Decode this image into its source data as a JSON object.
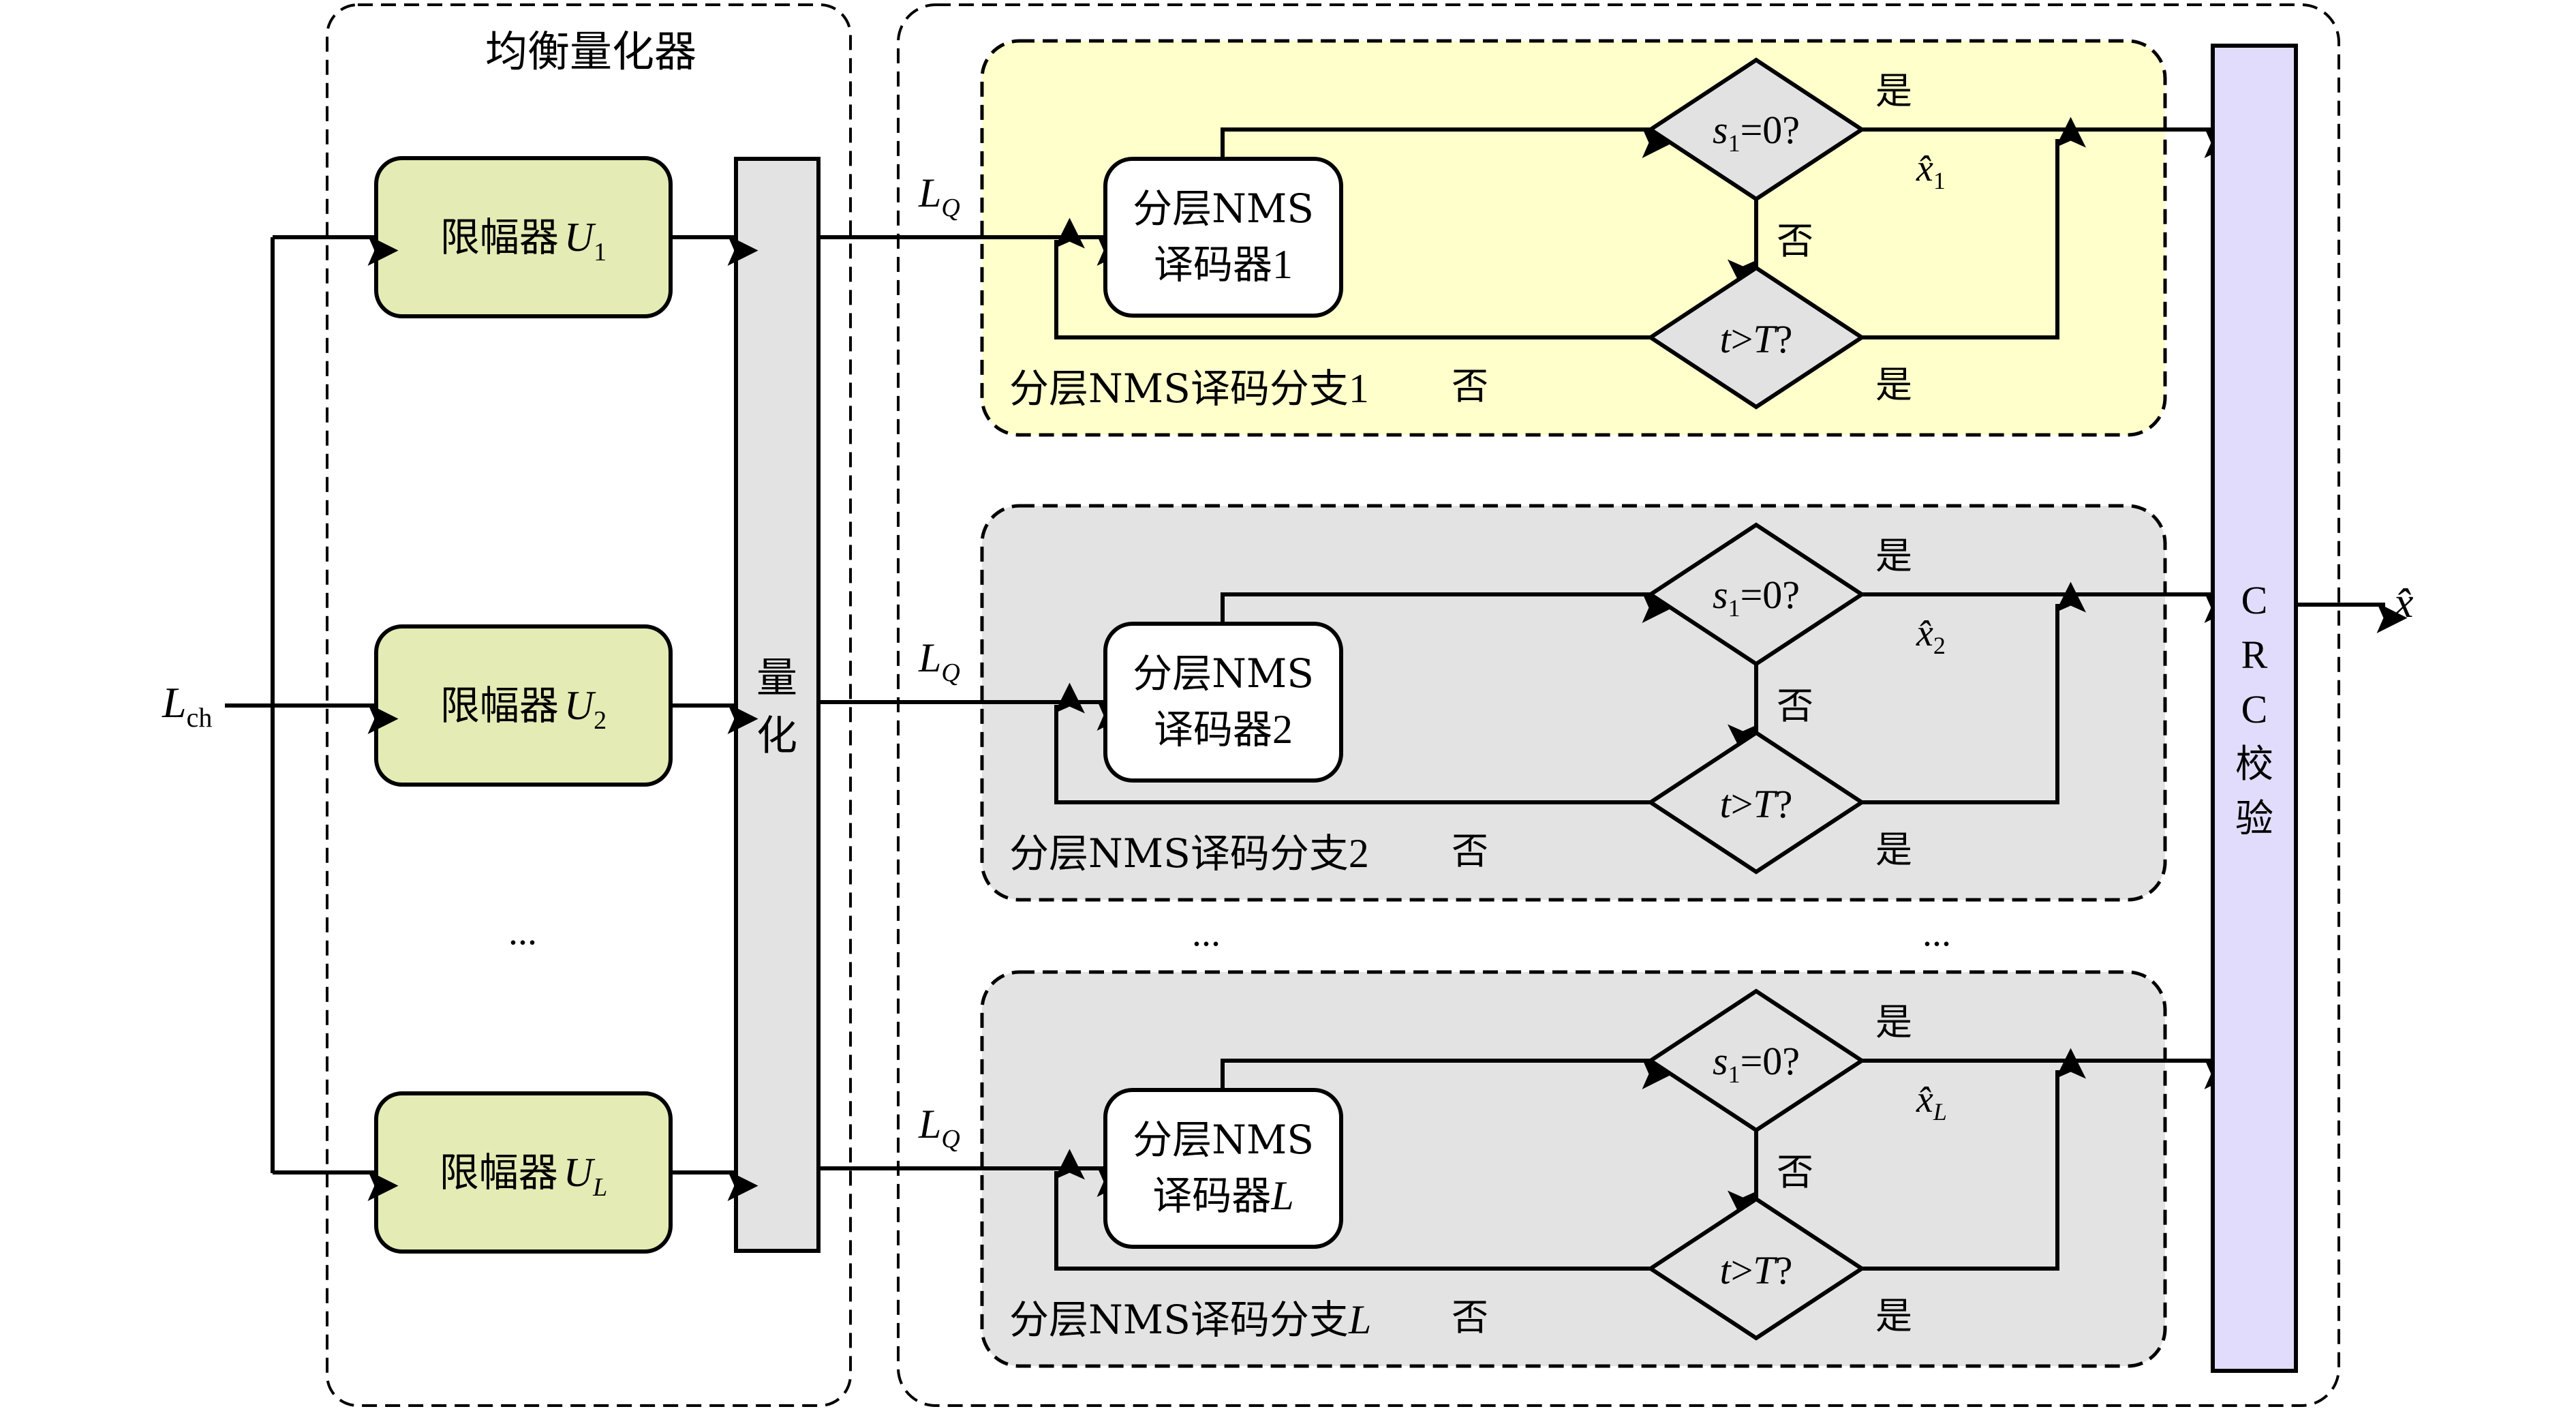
{
  "colors": {
    "limiter_fill": "#e4ebb4",
    "quantizer_fill": "#e3e3e3",
    "decoder_area_fill": "#e3e3e3",
    "branch_highlight_fill": "#ffffcc",
    "branch_fill": "#e3e3e3",
    "decision_fill": "#e2e2e2",
    "decoder_fill": "#ffffff",
    "crc_fill": "#e1dcfb"
  },
  "input": {
    "label": "L",
    "sub": "ch"
  },
  "equalizer_quantizer": {
    "title": "均衡量化器",
    "limiters": [
      {
        "label": "限幅器",
        "var": "U",
        "sub": "1"
      },
      {
        "label": "限幅器",
        "var": "U",
        "sub": "2"
      },
      {
        "label": "限幅器",
        "var": "U",
        "sub": "L"
      }
    ],
    "ellipsis": "...",
    "quantizer": {
      "chars": [
        "量",
        "化"
      ]
    }
  },
  "branches": [
    {
      "lq_label": "L",
      "lq_sub": "Q",
      "decoder_line1": "分层NMS",
      "decoder_line2": "译码器",
      "decoder_index": "1",
      "decoder_index_italic": false,
      "decision1": {
        "var": "s",
        "sub": "1",
        "expr": "=0?"
      },
      "decision2": {
        "expr_left": "t",
        "expr_op": ">",
        "expr_right": "T",
        "expr_q": "?"
      },
      "yes_label_1": "是",
      "no_label_1": "否",
      "yes_label_2": "是",
      "no_label_2": "否",
      "estimate": {
        "var": "x̂",
        "sub": "1"
      },
      "branch_label": "分层NMS译码分支",
      "branch_index": "1",
      "branch_index_italic": false,
      "highlighted": true
    },
    {
      "lq_label": "L",
      "lq_sub": "Q",
      "decoder_line1": "分层NMS",
      "decoder_line2": "译码器",
      "decoder_index": "2",
      "decoder_index_italic": false,
      "decision1": {
        "var": "s",
        "sub": "1",
        "expr": "=0?"
      },
      "decision2": {
        "expr_left": "t",
        "expr_op": ">",
        "expr_right": "T",
        "expr_q": "?"
      },
      "yes_label_1": "是",
      "no_label_1": "否",
      "yes_label_2": "是",
      "no_label_2": "否",
      "estimate": {
        "var": "x̂",
        "sub": "2"
      },
      "branch_label": "分层NMS译码分支",
      "branch_index": "2",
      "branch_index_italic": false,
      "highlighted": false
    },
    {
      "lq_label": "L",
      "lq_sub": "Q",
      "decoder_line1": "分层NMS",
      "decoder_line2": "译码器",
      "decoder_index": "L",
      "decoder_index_italic": true,
      "decision1": {
        "var": "s",
        "sub": "1",
        "expr": "=0?"
      },
      "decision2": {
        "expr_left": "t",
        "expr_op": ">",
        "expr_right": "T",
        "expr_q": "?"
      },
      "yes_label_1": "是",
      "no_label_1": "否",
      "yes_label_2": "是",
      "no_label_2": "否",
      "estimate": {
        "var": "x̂",
        "sub": "L"
      },
      "branch_label": "分层NMS译码分支",
      "branch_index": "L",
      "branch_index_italic": true,
      "highlighted": false
    }
  ],
  "decoder_ellipsis": [
    "...",
    "..."
  ],
  "crc": {
    "chars": [
      "C",
      "R",
      "C",
      "校",
      "验"
    ]
  },
  "output": {
    "label": "x̂"
  }
}
